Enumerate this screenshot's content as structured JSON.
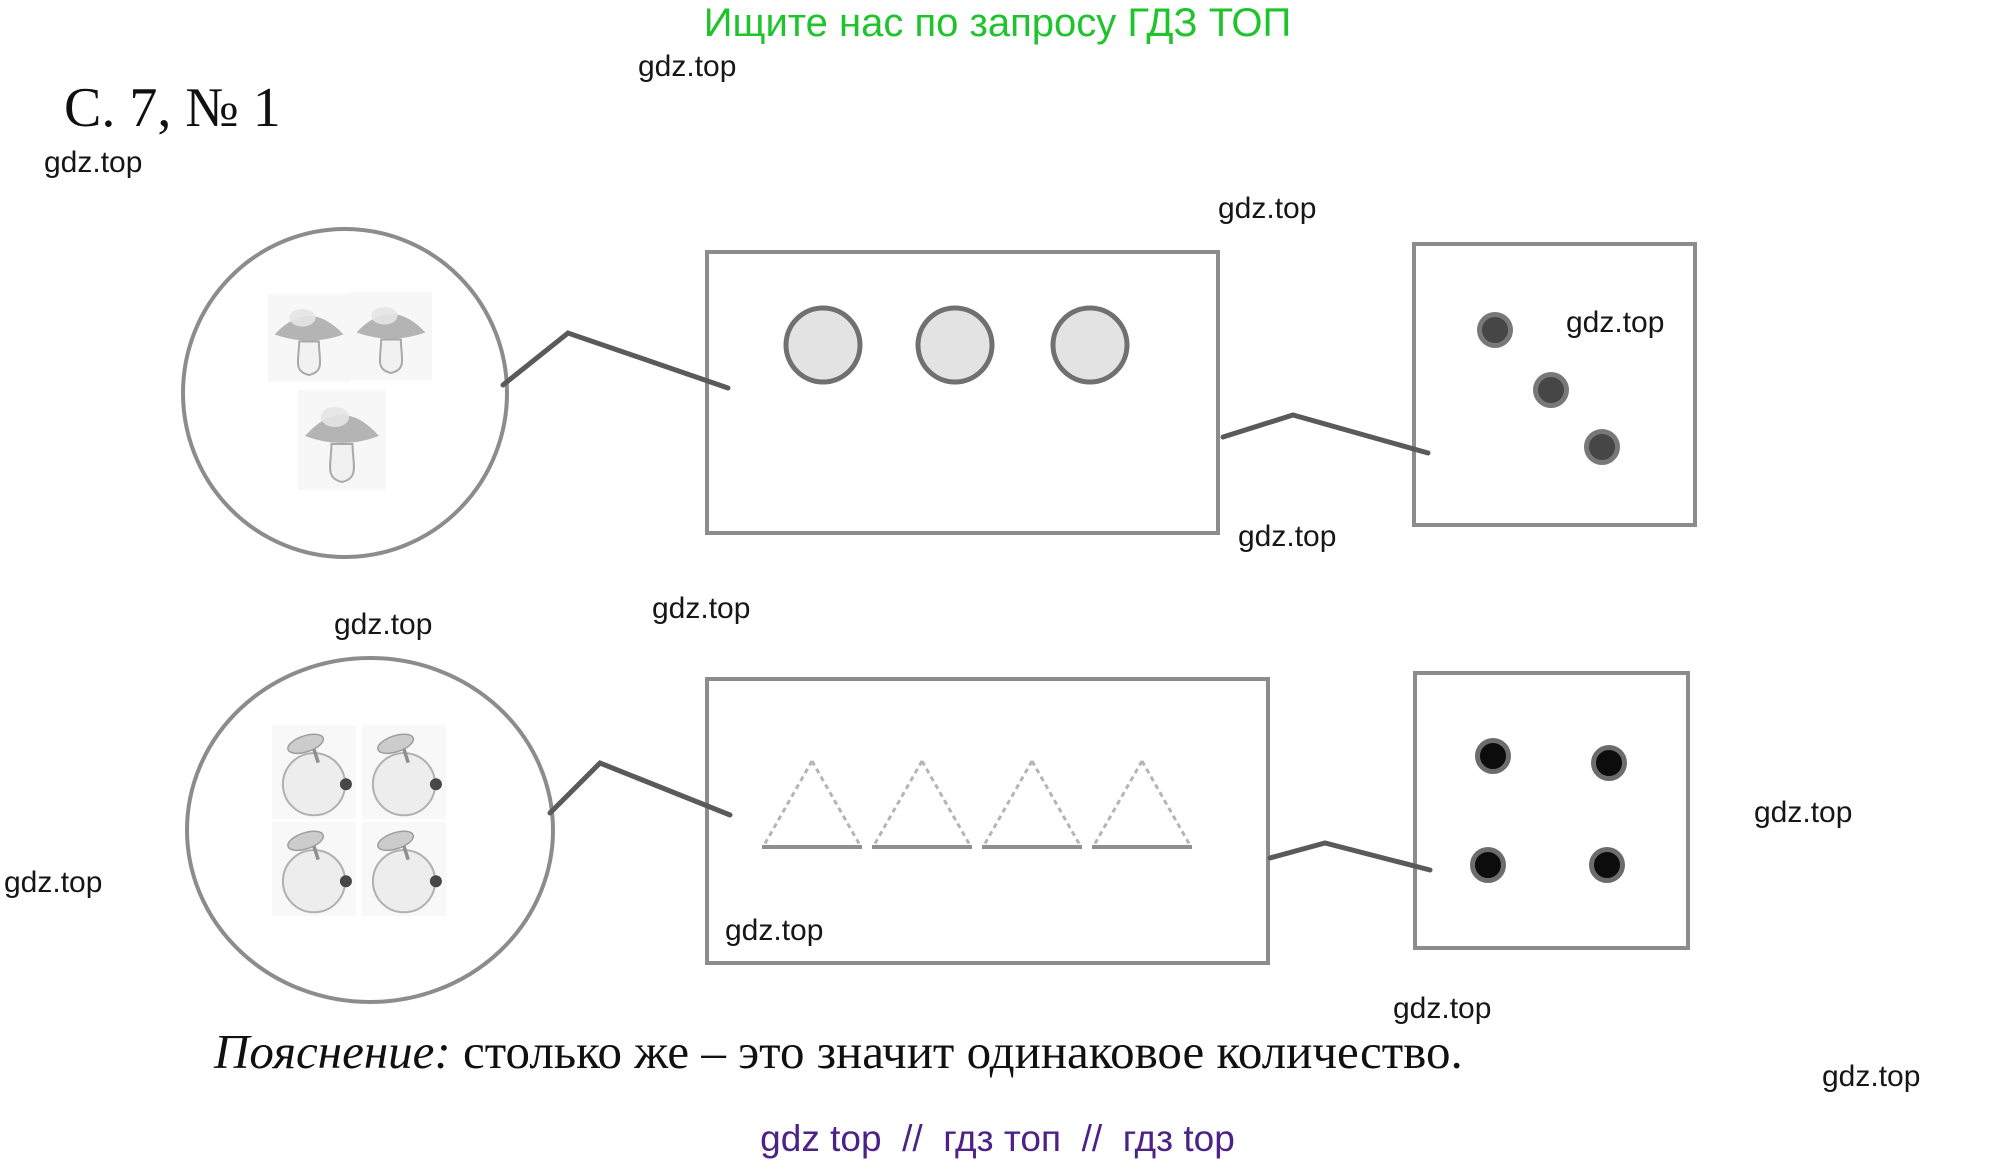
{
  "page": {
    "promo_title": "Ищите нас по запросу ГДЗ ТОП",
    "watermark": "gdz.top",
    "heading": "С. 7, № 1",
    "explanation_label": "Пояснение:",
    "explanation_text": " столько же – это значит одинаковое количество.",
    "footer": "gdz top  //  гдз топ  //  гдз top"
  },
  "colors": {
    "promo_green": "#1fc42d",
    "footer_purple": "#4c2287",
    "text_ink": "#161616",
    "outline_gray": "#8c8c8c",
    "connector_gray": "#5a5a5a",
    "middle_circle_fill": "#e3e3e3",
    "middle_circle_stroke": "#707070",
    "row1_dot_fill": "#464646",
    "row1_dot_ring": "#787878",
    "row2_dot_fill": "#0c0c0c",
    "row2_dot_ring": "#6c6c6c",
    "triangle_side_gray": "#b5b5b5",
    "triangle_base_gray": "#8f8f8f",
    "sketch_gray": "#a8a8a8"
  },
  "diagram": {
    "row1": {
      "source_items": "mushrooms",
      "source_count": 3,
      "middle_items": "gray-circles",
      "middle_count": 3,
      "answer_items": "dark-dots",
      "answer_count": 3
    },
    "row2": {
      "source_items": "apples",
      "source_count": 4,
      "middle_items": "triangles",
      "middle_count": 4,
      "answer_items": "black-dots",
      "answer_count": 4
    }
  }
}
